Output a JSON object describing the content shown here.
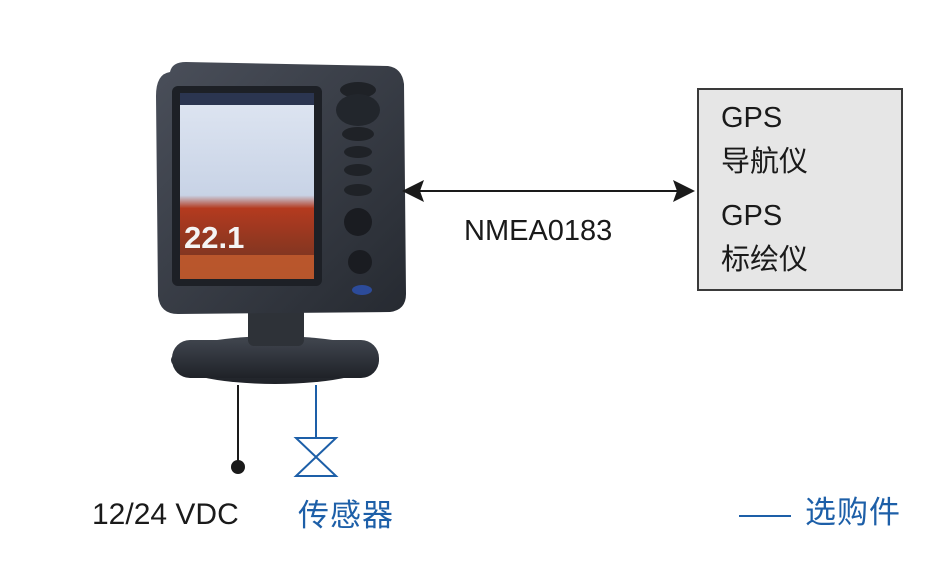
{
  "device": {
    "screen_depth_reading": "22.1"
  },
  "connection": {
    "protocol_label": "NMEA0183"
  },
  "gps_box": {
    "line1": "GPS",
    "line2": "导航仪",
    "line3": "GPS",
    "line4": "标绘仪"
  },
  "power": {
    "label": "12/24 VDC"
  },
  "sensor": {
    "label": "传感器"
  },
  "legend": {
    "label": "选购件"
  },
  "colors": {
    "optional_line": "#1d5fa8",
    "text": "#1a1a1a",
    "gps_box_fill": "#e6e6e6"
  }
}
